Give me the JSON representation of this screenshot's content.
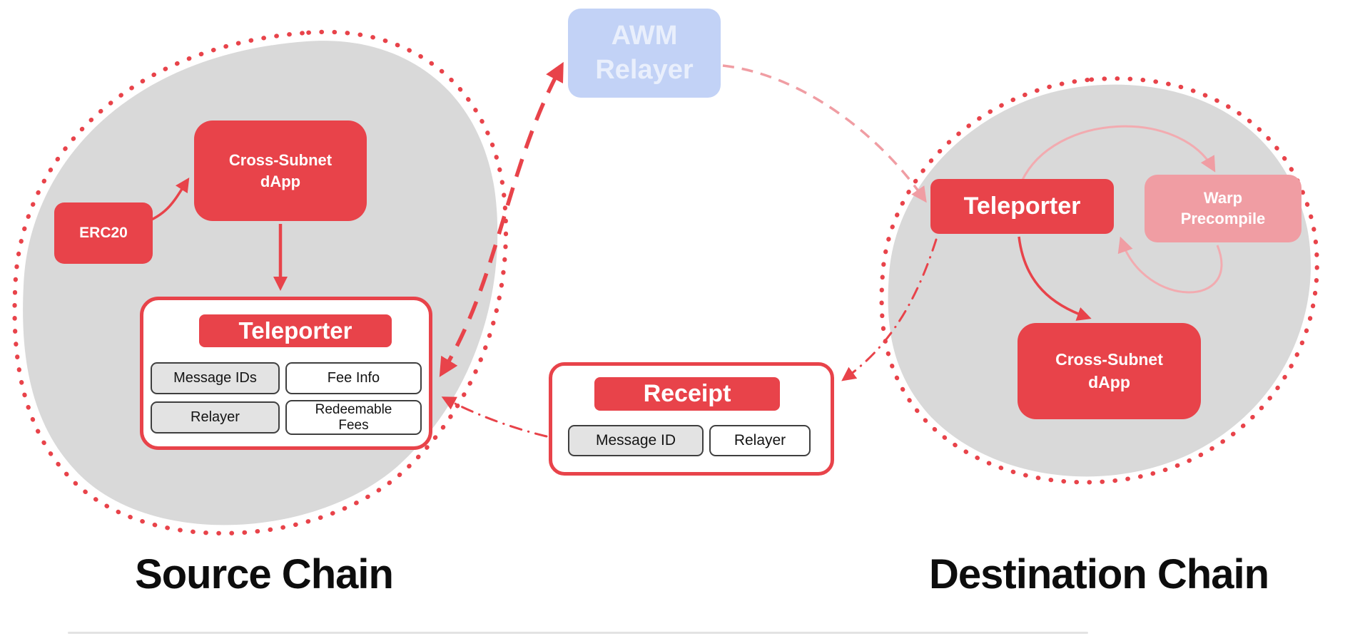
{
  "colors": {
    "brand_red": "#E8434A",
    "chain_blob_gray": "#D9D9D9",
    "awm_blue_bg": "#C2D2F6",
    "awm_blue_text": "#E9EFFC",
    "warp_pink": "#F09DA3"
  },
  "source": {
    "label": "Source Chain",
    "erc20": "ERC20",
    "dapp": "Cross-Subnet dApp",
    "teleporter": {
      "title": "Teleporter",
      "cells": [
        "Message IDs",
        "Fee Info",
        "Relayer",
        "Redeemable Fees"
      ]
    }
  },
  "awm_relayer": {
    "label": "AWM Relayer"
  },
  "receipt": {
    "title": "Receipt",
    "cells": [
      "Message ID",
      "Relayer"
    ]
  },
  "destination": {
    "label": "Destination Chain",
    "teleporter": "Teleporter",
    "warp": "Warp Precompile",
    "dapp": "Cross-Subnet dApp"
  }
}
